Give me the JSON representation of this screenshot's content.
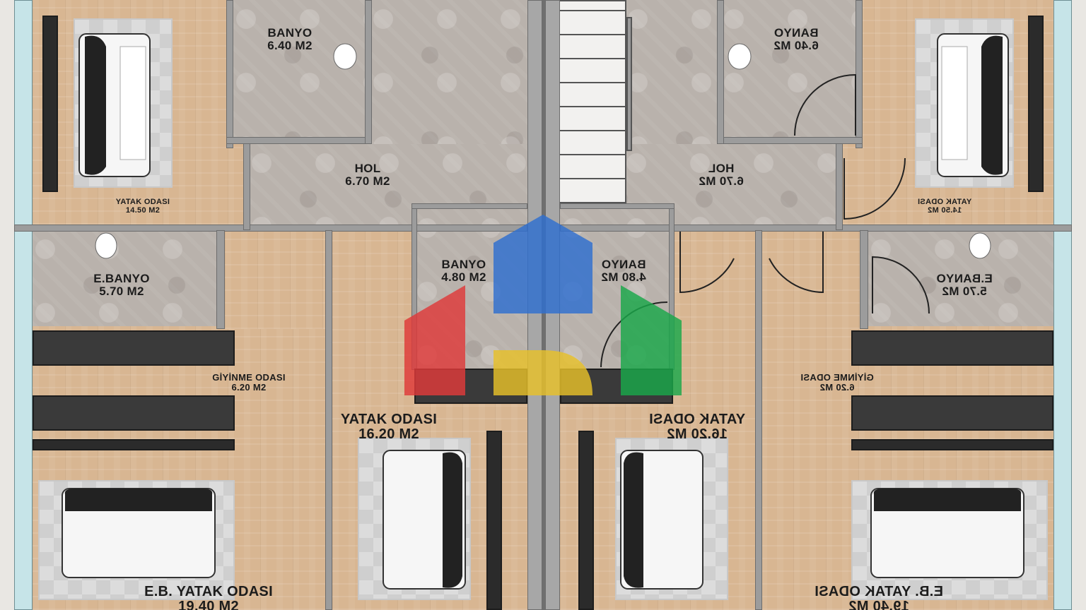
{
  "rooms": {
    "banyo_tl": {
      "name": "BANYO",
      "area": "6.40 M2"
    },
    "banyo_tr": {
      "name": "BANYO",
      "area": "6.40 M2"
    },
    "hol_l": {
      "name": "HOL",
      "area": "6.70 M2"
    },
    "hol_r": {
      "name": "HOL",
      "area": "6.70 M2"
    },
    "yatak_tl": {
      "name": "YATAK ODASI",
      "area": "14.50 M2"
    },
    "yatak_tr": {
      "name": "YATAK ODASI",
      "area": "14.50 M2"
    },
    "ebanyo_l": {
      "name": "E.BANYO",
      "area": "5.70 M2"
    },
    "ebanyo_r": {
      "name": "E.BANYO",
      "area": "5.70 M2"
    },
    "banyo_cl": {
      "name": "BANYO",
      "area": "4.80 M2"
    },
    "banyo_cr": {
      "name": "BANYO",
      "area": "4.80 M2"
    },
    "giyinme_l": {
      "name": "GİYİNME ODASI",
      "area": "6.20 M2"
    },
    "giyinme_r": {
      "name": "GİYİNME ODASI",
      "area": "6.20 M2"
    },
    "yatak_cl": {
      "name": "YATAK ODASI",
      "area": "16.20 M2"
    },
    "yatak_cr": {
      "name": "YATAK ODASI",
      "area": "16.20 M2"
    },
    "eb_yatak_l": {
      "name": "E.B. YATAK ODASI",
      "area": "19.40 M2"
    },
    "eb_yatak_r": {
      "name": "E.B. YATAK ODASI",
      "area": "19.40 M2"
    }
  },
  "colors": {
    "wood": "#d8b692",
    "tile": "#b9b2ac",
    "wall": "#9c9c9c",
    "logo_blue": "#2f6fd0",
    "logo_red": "#e03a3a",
    "logo_yellow": "#e8c12a",
    "logo_green": "#1aa84a"
  },
  "logo": {
    "icon": "house-logo-icon"
  }
}
